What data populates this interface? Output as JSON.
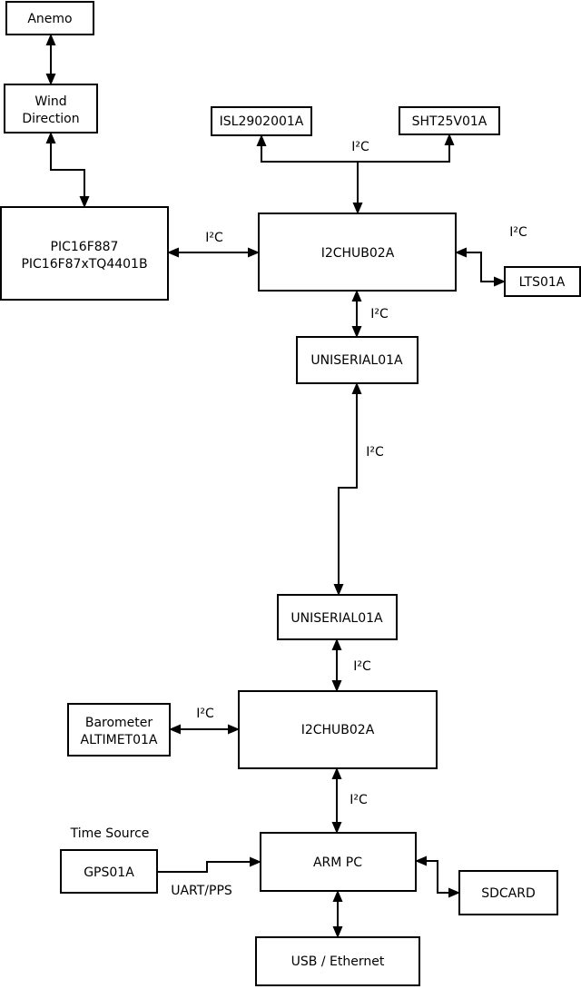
{
  "diagram": {
    "colors": {
      "background": "#ffffff",
      "stroke": "#000000",
      "box_fill": "#ffffff"
    },
    "boxes": {
      "anemo": {
        "label": "Anemo"
      },
      "wind_direction": {
        "line1": "Wind",
        "line2": "Direction"
      },
      "pic": {
        "line1": "PIC16F887",
        "line2": "PIC16F87xTQ4401B"
      },
      "isl": {
        "label": "ISL2902001A"
      },
      "sht": {
        "label": "SHT25V01A"
      },
      "i2chub_top": {
        "label": "I2CHUB02A"
      },
      "lts": {
        "label": "LTS01A"
      },
      "uniserial_top": {
        "label": "UNISERIAL01A"
      },
      "uniserial_bottom": {
        "label": "UNISERIAL01A"
      },
      "i2chub_bottom": {
        "label": "I2CHUB02A"
      },
      "barometer": {
        "line1": "Barometer",
        "line2": "ALTIMET01A"
      },
      "gps": {
        "label": "GPS01A"
      },
      "arm_pc": {
        "label": "ARM PC"
      },
      "sdcard": {
        "label": "SDCARD"
      },
      "usb_ethernet": {
        "label": "USB / Ethernet"
      }
    },
    "edge_labels": {
      "i2c": "I²C",
      "time_source": "Time Source",
      "uart_pps": "UART/PPS"
    }
  }
}
